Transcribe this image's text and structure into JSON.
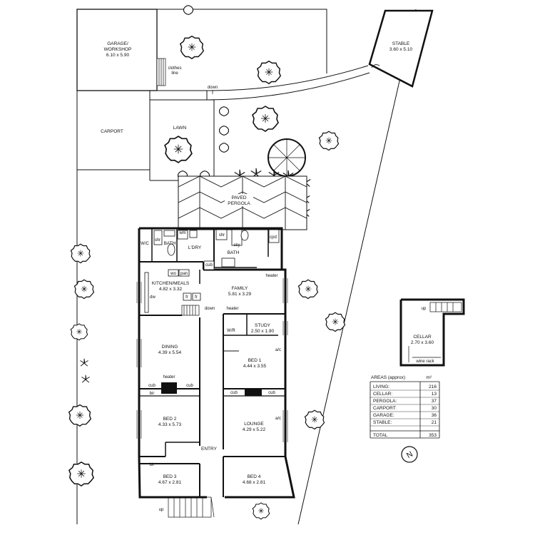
{
  "rooms": {
    "garage": {
      "name": "GARAGE/\nWORKSHOP",
      "name1": "GARAGE/",
      "name2": "WORKSHOP",
      "dims": "6.10 x 5.90"
    },
    "stable": {
      "name": "STABLE",
      "dims": "3.60 x 5.10"
    },
    "carport": {
      "name": "CARPORT"
    },
    "lawn": {
      "name": "LAWN"
    },
    "pergola": {
      "name1": "PAVED",
      "name2": "PERGOLA"
    },
    "wc": {
      "name": "W/C"
    },
    "bath1": {
      "name": "BATH"
    },
    "laundry": {
      "name": "L'DRY"
    },
    "bath2": {
      "name": "BATH"
    },
    "kitchen": {
      "name": "KITCHEN/MEALS",
      "dims": "4.82 x 3.32"
    },
    "family": {
      "name": "FAMILY",
      "dims": "5.81 x 3.29"
    },
    "dining": {
      "name": "DINING",
      "dims": "4.39 x 5.54"
    },
    "wir": {
      "name": "W/R"
    },
    "study": {
      "name": "STUDY",
      "dims": "2.50 x 1.90"
    },
    "bed1": {
      "name": "BED 1",
      "dims": "4.44 x 3.55"
    },
    "bed2": {
      "name": "BED 2",
      "dims": "4.33 x 5.73"
    },
    "lounge": {
      "name": "LOUNGE",
      "dims": "4.29 x 5.22"
    },
    "entry": {
      "name": "ENTRY"
    },
    "bed3": {
      "name": "BED 3",
      "dims": "4.67 x 2.81"
    },
    "bed4": {
      "name": "BED 4",
      "dims": "4.68 x 2.81"
    },
    "cellar": {
      "name": "CELLAR",
      "dims": "2.70 x 3.60"
    }
  },
  "annotations": {
    "clothes_line1": "clothes",
    "clothes_line2": "line",
    "down": "down",
    "up": "up",
    "shr": "shr",
    "wm": "wm",
    "sky": "sky",
    "cpd": "cpd",
    "cub": "cub",
    "wo": "wo",
    "pan": "pan",
    "fr": "fr",
    "dw": "dw",
    "heater": "heater",
    "ac": "a/c",
    "bir": "bir",
    "wine_rack": "wine rack"
  },
  "areas": {
    "title": "AREAS (approx)",
    "unit": "m²",
    "rows": [
      {
        "label": "LIVING:",
        "value": "216"
      },
      {
        "label": "CELLAR:",
        "value": "13"
      },
      {
        "label": "PERGOLA:",
        "value": "37"
      },
      {
        "label": "CARPORT:",
        "value": "30"
      },
      {
        "label": "GARAGE:",
        "value": "36"
      },
      {
        "label": "STABLE:",
        "value": "21"
      }
    ],
    "total_label": "TOTAL",
    "total_value": "353"
  },
  "north": {
    "label": "N"
  }
}
